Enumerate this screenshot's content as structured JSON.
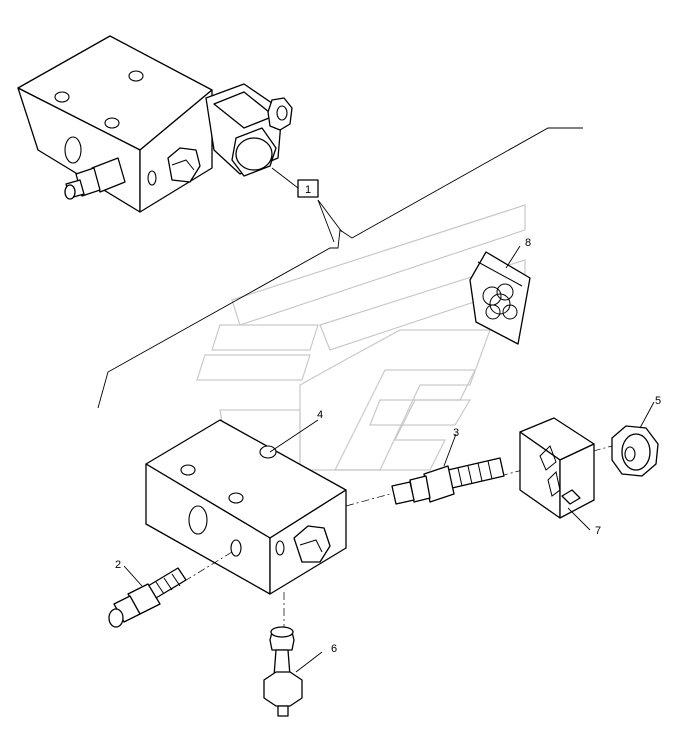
{
  "diagram": {
    "callouts": {
      "assembly": "1",
      "relief_valve": "2",
      "solenoid_cartridge": "3",
      "valve_block": "4",
      "coil_nut": "5",
      "plug": "6",
      "solenoid_coil": "7",
      "seal_kit": "8"
    }
  }
}
